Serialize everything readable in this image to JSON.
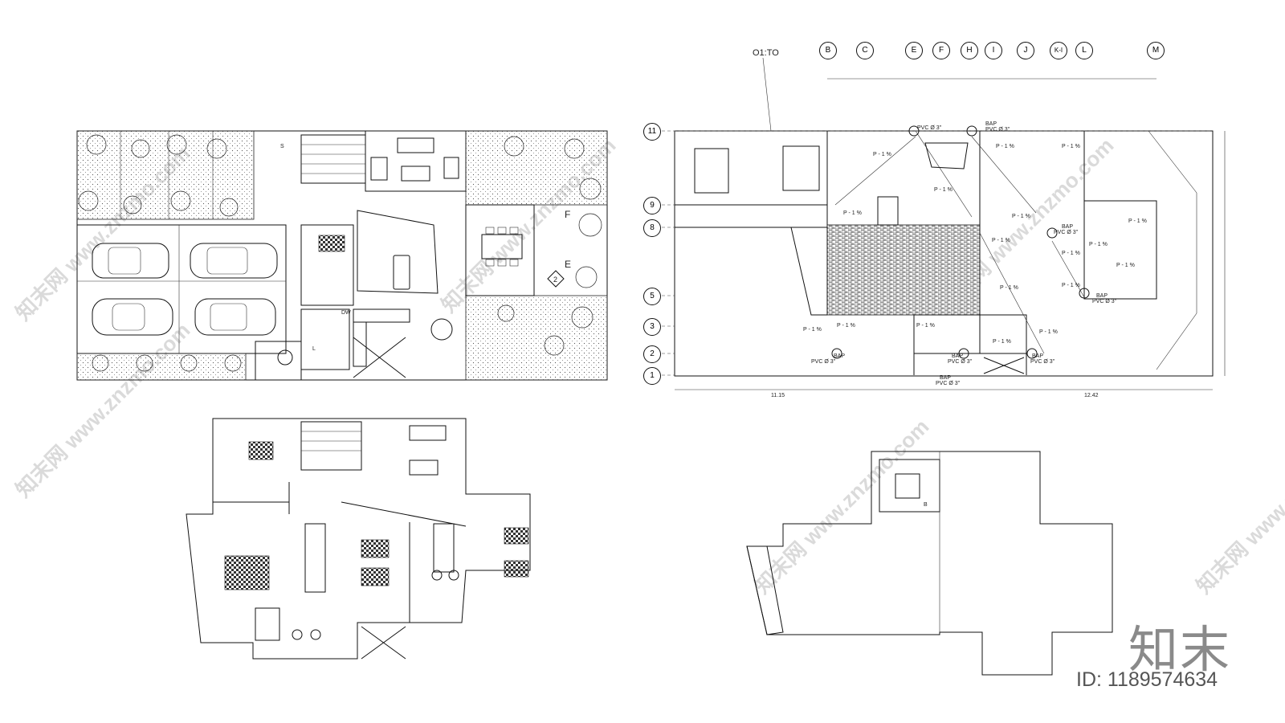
{
  "drawing": {
    "section_tag": "O1:TO",
    "grid_cols": [
      "B",
      "C",
      "E",
      "F",
      "H",
      "I",
      "J",
      "K-I",
      "L",
      "M"
    ],
    "grid_rows": [
      "11",
      "9",
      "8",
      "5",
      "3",
      "2",
      "1"
    ],
    "slope_label": "P - 1 %",
    "bap_label": "BAP",
    "pvc_label": "PVC Ø 3\"",
    "callout_f": "F",
    "callout_e": "E",
    "callout_2": "2",
    "dw_label": "DW",
    "s_label": "S",
    "l_label": "L",
    "b_label": "B",
    "dim_bottom_left": "11.15",
    "dim_bottom_right": "12.42"
  },
  "watermark": {
    "text": "知末网 www.znzmo.com",
    "brand": "知末",
    "id_label": "ID: 1189574634"
  }
}
